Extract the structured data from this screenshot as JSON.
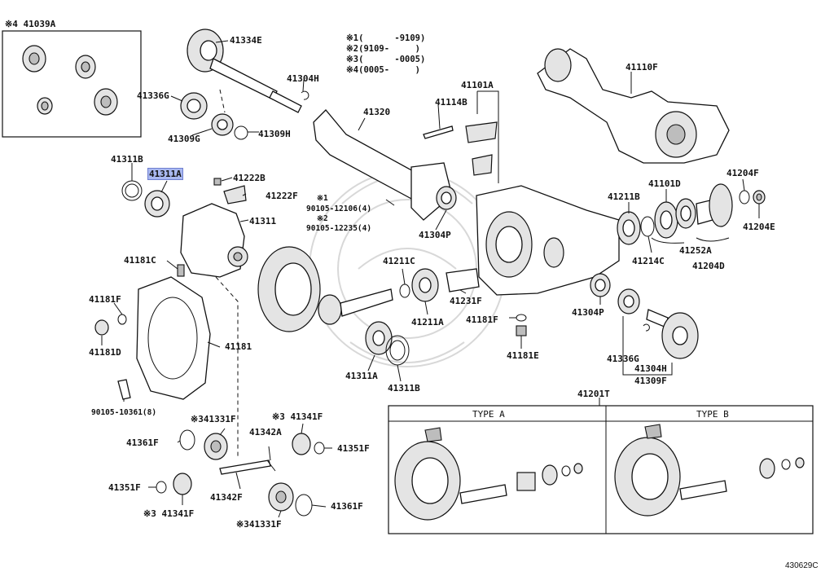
{
  "diagram": {
    "catalog_code": "430629C",
    "notes": [
      {
        "mark": "※1",
        "range": "(      -9109)"
      },
      {
        "mark": "※2",
        "range": "(9109-     )"
      },
      {
        "mark": "※3",
        "range": "(      -0005)"
      },
      {
        "mark": "※4",
        "range": "(0005-     )"
      }
    ],
    "sections": {
      "type_a": "TYPE  A",
      "type_b": "TYPE  B"
    },
    "highlighted_part": "41311A",
    "labels": {
      "p41039A": "※4 41039A",
      "p41334E": "41334E",
      "p41336G_top": "41336G",
      "p41304H_top": "41304H",
      "p41309G": "41309G",
      "p41309H": "41309H",
      "p41320": "41320",
      "p41114B": "41114B",
      "p41101A": "41101A",
      "p41110F": "41110F",
      "p41311B_top": "41311B",
      "p41311A": "41311A",
      "p41222B": "41222B",
      "p41222F": "41222F",
      "p41311": "41311",
      "bolt1_mark": "※1",
      "bolt1": "90105-12106(4)",
      "bolt2_mark": "※2",
      "bolt2": "90105-12235(4)",
      "p41304P_mid": "41304P",
      "p41211B": "41211B",
      "p41101D": "41101D",
      "p41204F": "41204F",
      "p41204E": "41204E",
      "p41252A": "41252A",
      "p41214C": "41214C",
      "p41204D": "41204D",
      "p41181C": "41181C",
      "p41211C": "41211C",
      "p41231F": "41231F",
      "p41181F_top": "41181F",
      "p41181D": "41181D",
      "p41181": "41181",
      "p41211A": "41211A",
      "p41181F_mid": "41181F",
      "p41304P_right": "41304P",
      "p41181E": "41181E",
      "p41336G_right": "41336G",
      "p41304H_right": "41304H",
      "p41309F": "41309F",
      "p41311A_bottom": "41311A",
      "p41311B_bottom": "41311B",
      "bolt3": "90105-10361(8)",
      "p41201T": "41201T",
      "p41331F_top": "※341331F",
      "p41341F_top": "※3 41341F",
      "p41342A": "41342A",
      "p41361F_left": "41361F",
      "p41351F_right": "41351F",
      "p41351F_left": "41351F",
      "p41342F": "41342F",
      "p41361F_right": "41361F",
      "p41341F_bottom": "※3 41341F",
      "p41331F_bottom": "※341331F"
    }
  }
}
